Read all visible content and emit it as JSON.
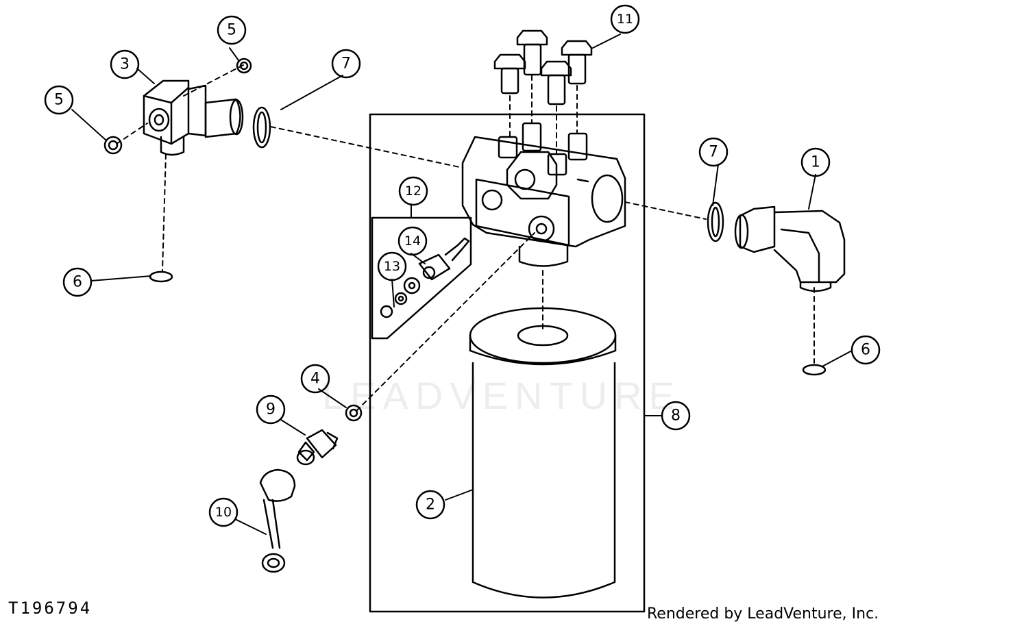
{
  "diagram": {
    "reference_code": "T196794",
    "credit": "Rendered by LeadVenture, Inc.",
    "watermark": "LEADVENTURE",
    "callouts": [
      "1",
      "2",
      "3",
      "4",
      "5",
      "5",
      "6",
      "6",
      "7",
      "7",
      "8",
      "9",
      "10",
      "11",
      "12",
      "13",
      "14"
    ],
    "colors": {
      "line": "#000000",
      "background": "#ffffff"
    }
  }
}
